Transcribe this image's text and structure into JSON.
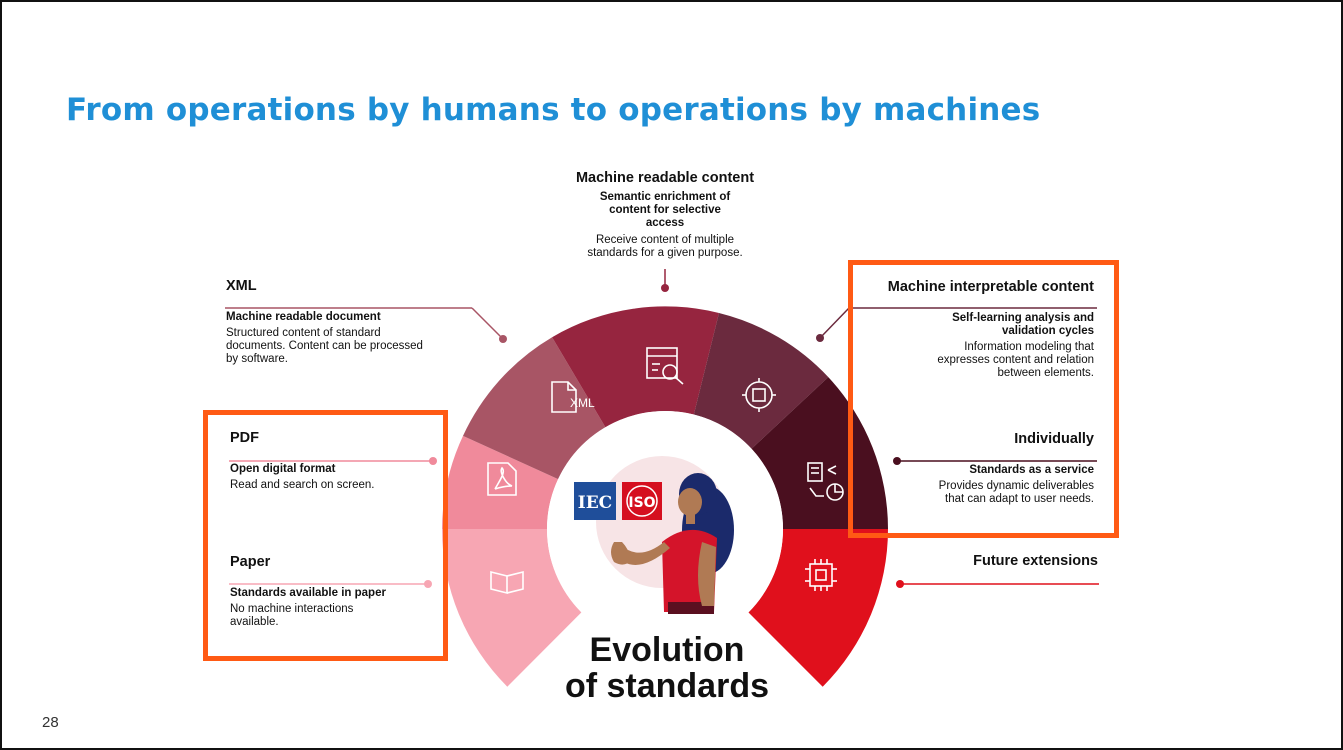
{
  "slide": {
    "title": "From operations by humans to operations by machines",
    "page_number": "28"
  },
  "diagram": {
    "center": {
      "title_line1": "Evolution",
      "title_line2": "of standards",
      "logo_iec": "IEC",
      "logo_iso": "ISO"
    },
    "stages": {
      "paper": {
        "heading": "Paper",
        "subheading": "Standards available in paper",
        "text": "No machine interactions available.",
        "icon": "book-icon"
      },
      "pdf": {
        "heading": "PDF",
        "subheading": "Open digital format",
        "text": "Read and search on screen.",
        "icon": "pdf-icon"
      },
      "xml": {
        "heading": "XML",
        "subheading": "Machine readable document",
        "text": "Structured content of standard documents. Content can be processed by software.",
        "icon": "xml-file-icon",
        "icon_label": "XML"
      },
      "readable": {
        "heading": "Machine readable content",
        "subheading": "Semantic enrichment of content for selective access",
        "text": "Receive content of multiple standards for a given purpose.",
        "icon": "search-document-icon"
      },
      "interpretable": {
        "heading": "Machine interpretable content",
        "subheading": "Self-learning analysis and validation cycles",
        "text": "Information modeling that expresses content and relation between elements.",
        "icon": "gear-chip-icon"
      },
      "individually": {
        "heading": "Individually",
        "subheading": "Standards as a service",
        "text": "Provides dynamic deliverables that can adapt to user needs.",
        "icon": "document-chart-icon"
      },
      "future": {
        "heading": "Future extensions",
        "icon": "chip-icon"
      }
    },
    "colors": {
      "title": "#1f8fd6",
      "highlight": "#ff5a14",
      "paper": "#f7a6b3",
      "pdf": "#f08a9b",
      "xml": "#a85565",
      "readable": "#96253f",
      "interpretable": "#6b2a3e",
      "individually": "#4a0f1f",
      "future": "#e0101c"
    }
  }
}
